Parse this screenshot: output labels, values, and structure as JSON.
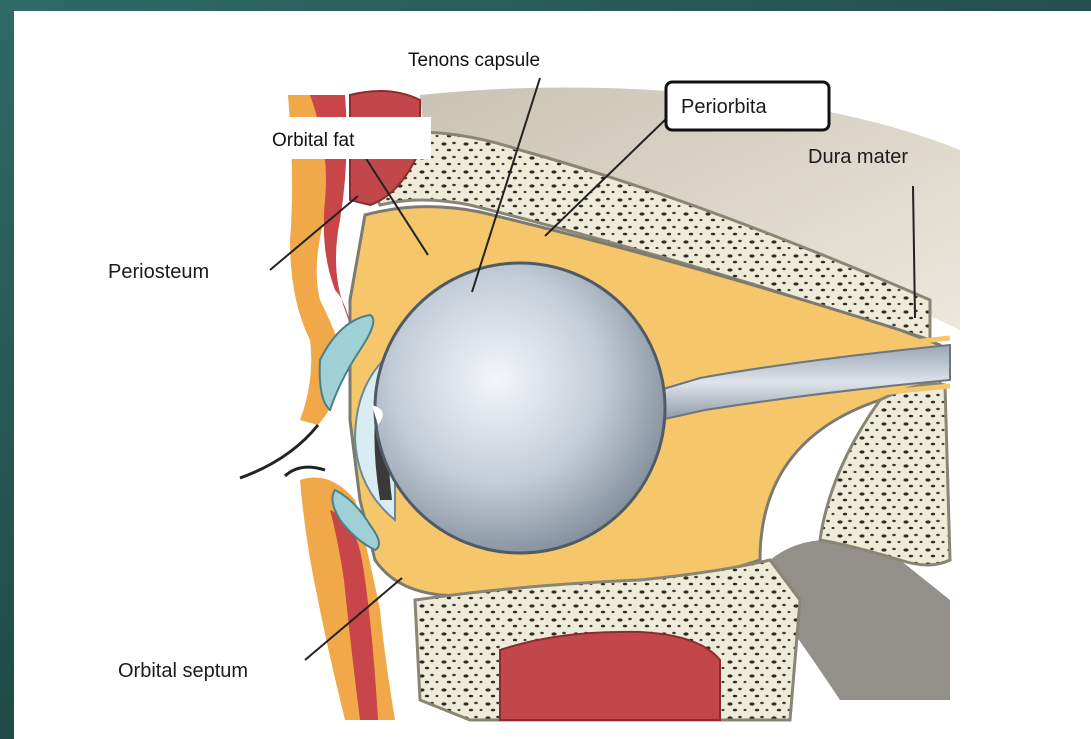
{
  "labels": {
    "tenons_capsule": "Tenons capsule",
    "periorbita": "Periorbita",
    "orbital_fat": "Orbital fat",
    "dura_mater": "Dura mater",
    "periosteum": "Periosteum",
    "orbital_septum": "Orbital septum"
  },
  "colors": {
    "background_frame": "#2b5f5b",
    "fat": "#f6c66a",
    "bone": "#f1eedd",
    "bone_speckle": "#2a2a2a",
    "eyeball": "#c9d2dc",
    "muscle_red": "#c8454a",
    "skin_orange": "#f0a848"
  }
}
